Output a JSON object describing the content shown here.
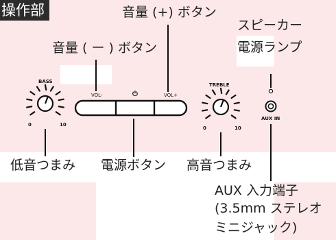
{
  "colors": {
    "background_tint": "#fce8e8",
    "ink": "#111111",
    "title_bg": "#2c2c2c"
  },
  "title": "操作部",
  "callouts": {
    "vol_plus": "音量 (+) ボタン",
    "vol_minus": "音量 ( ー ) ボタン",
    "speaker_lamp_line1": "スピーカー",
    "speaker_lamp_line2": "電源ランプ",
    "bass_knob": "低音つまみ",
    "power_button": "電源ボタン",
    "treble_knob": "高音つまみ",
    "aux_line1": "AUX 入力端子",
    "aux_line2": "(3.5mm ステレオ",
    "aux_line3": "ミニジャック)"
  },
  "panel_labels": {
    "bass": "BASS",
    "treble": "TREBLE",
    "vol_minus": "VOL-",
    "vol_plus": "VOL+",
    "power_symbol": "⏻",
    "aux_in": "AUX IN",
    "scale_min": "0",
    "scale_max": "10"
  },
  "icons": {
    "power": "power-icon",
    "knob": "knob-icon",
    "jack": "audio-jack-icon",
    "lamp": "lamp-icon"
  }
}
